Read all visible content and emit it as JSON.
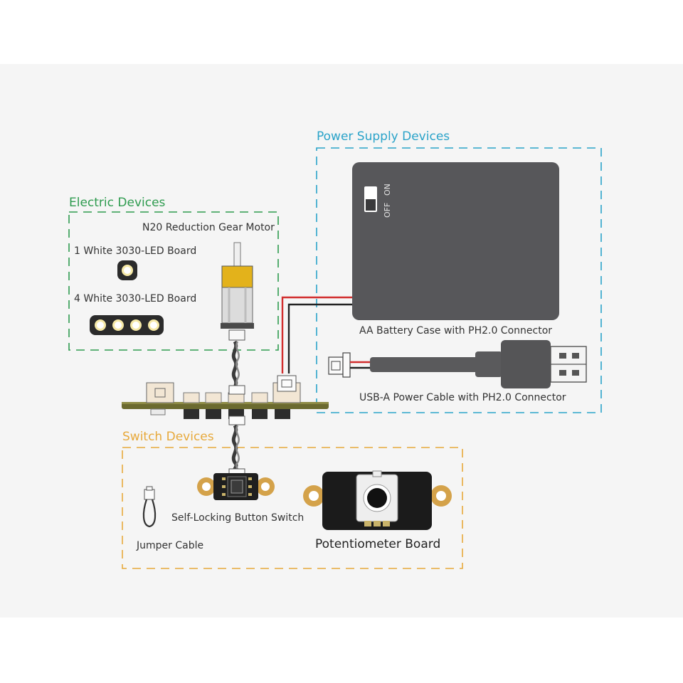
{
  "groups": {
    "power": {
      "title": "Power Supply Devices",
      "color": "#2aa3c9"
    },
    "electric": {
      "title": "Electric Devices",
      "color": "#2e9b4f"
    },
    "switch": {
      "title": "Switch Devices",
      "color": "#e7a93b"
    }
  },
  "labels": {
    "motor": "N20 Reduction Gear Motor",
    "led1": "1 White 3030-LED Board",
    "led4": "4 White 3030-LED Board",
    "battery": "AA Battery Case with PH2.0 Connector",
    "usb": "USB-A Power Cable with PH2.0 Connector",
    "button": "Self-Locking Button Switch",
    "jumper": "Jumper Cable",
    "pot": "Potentiometer Board"
  },
  "battery_switch": {
    "on": "ON",
    "off": "OFF"
  }
}
